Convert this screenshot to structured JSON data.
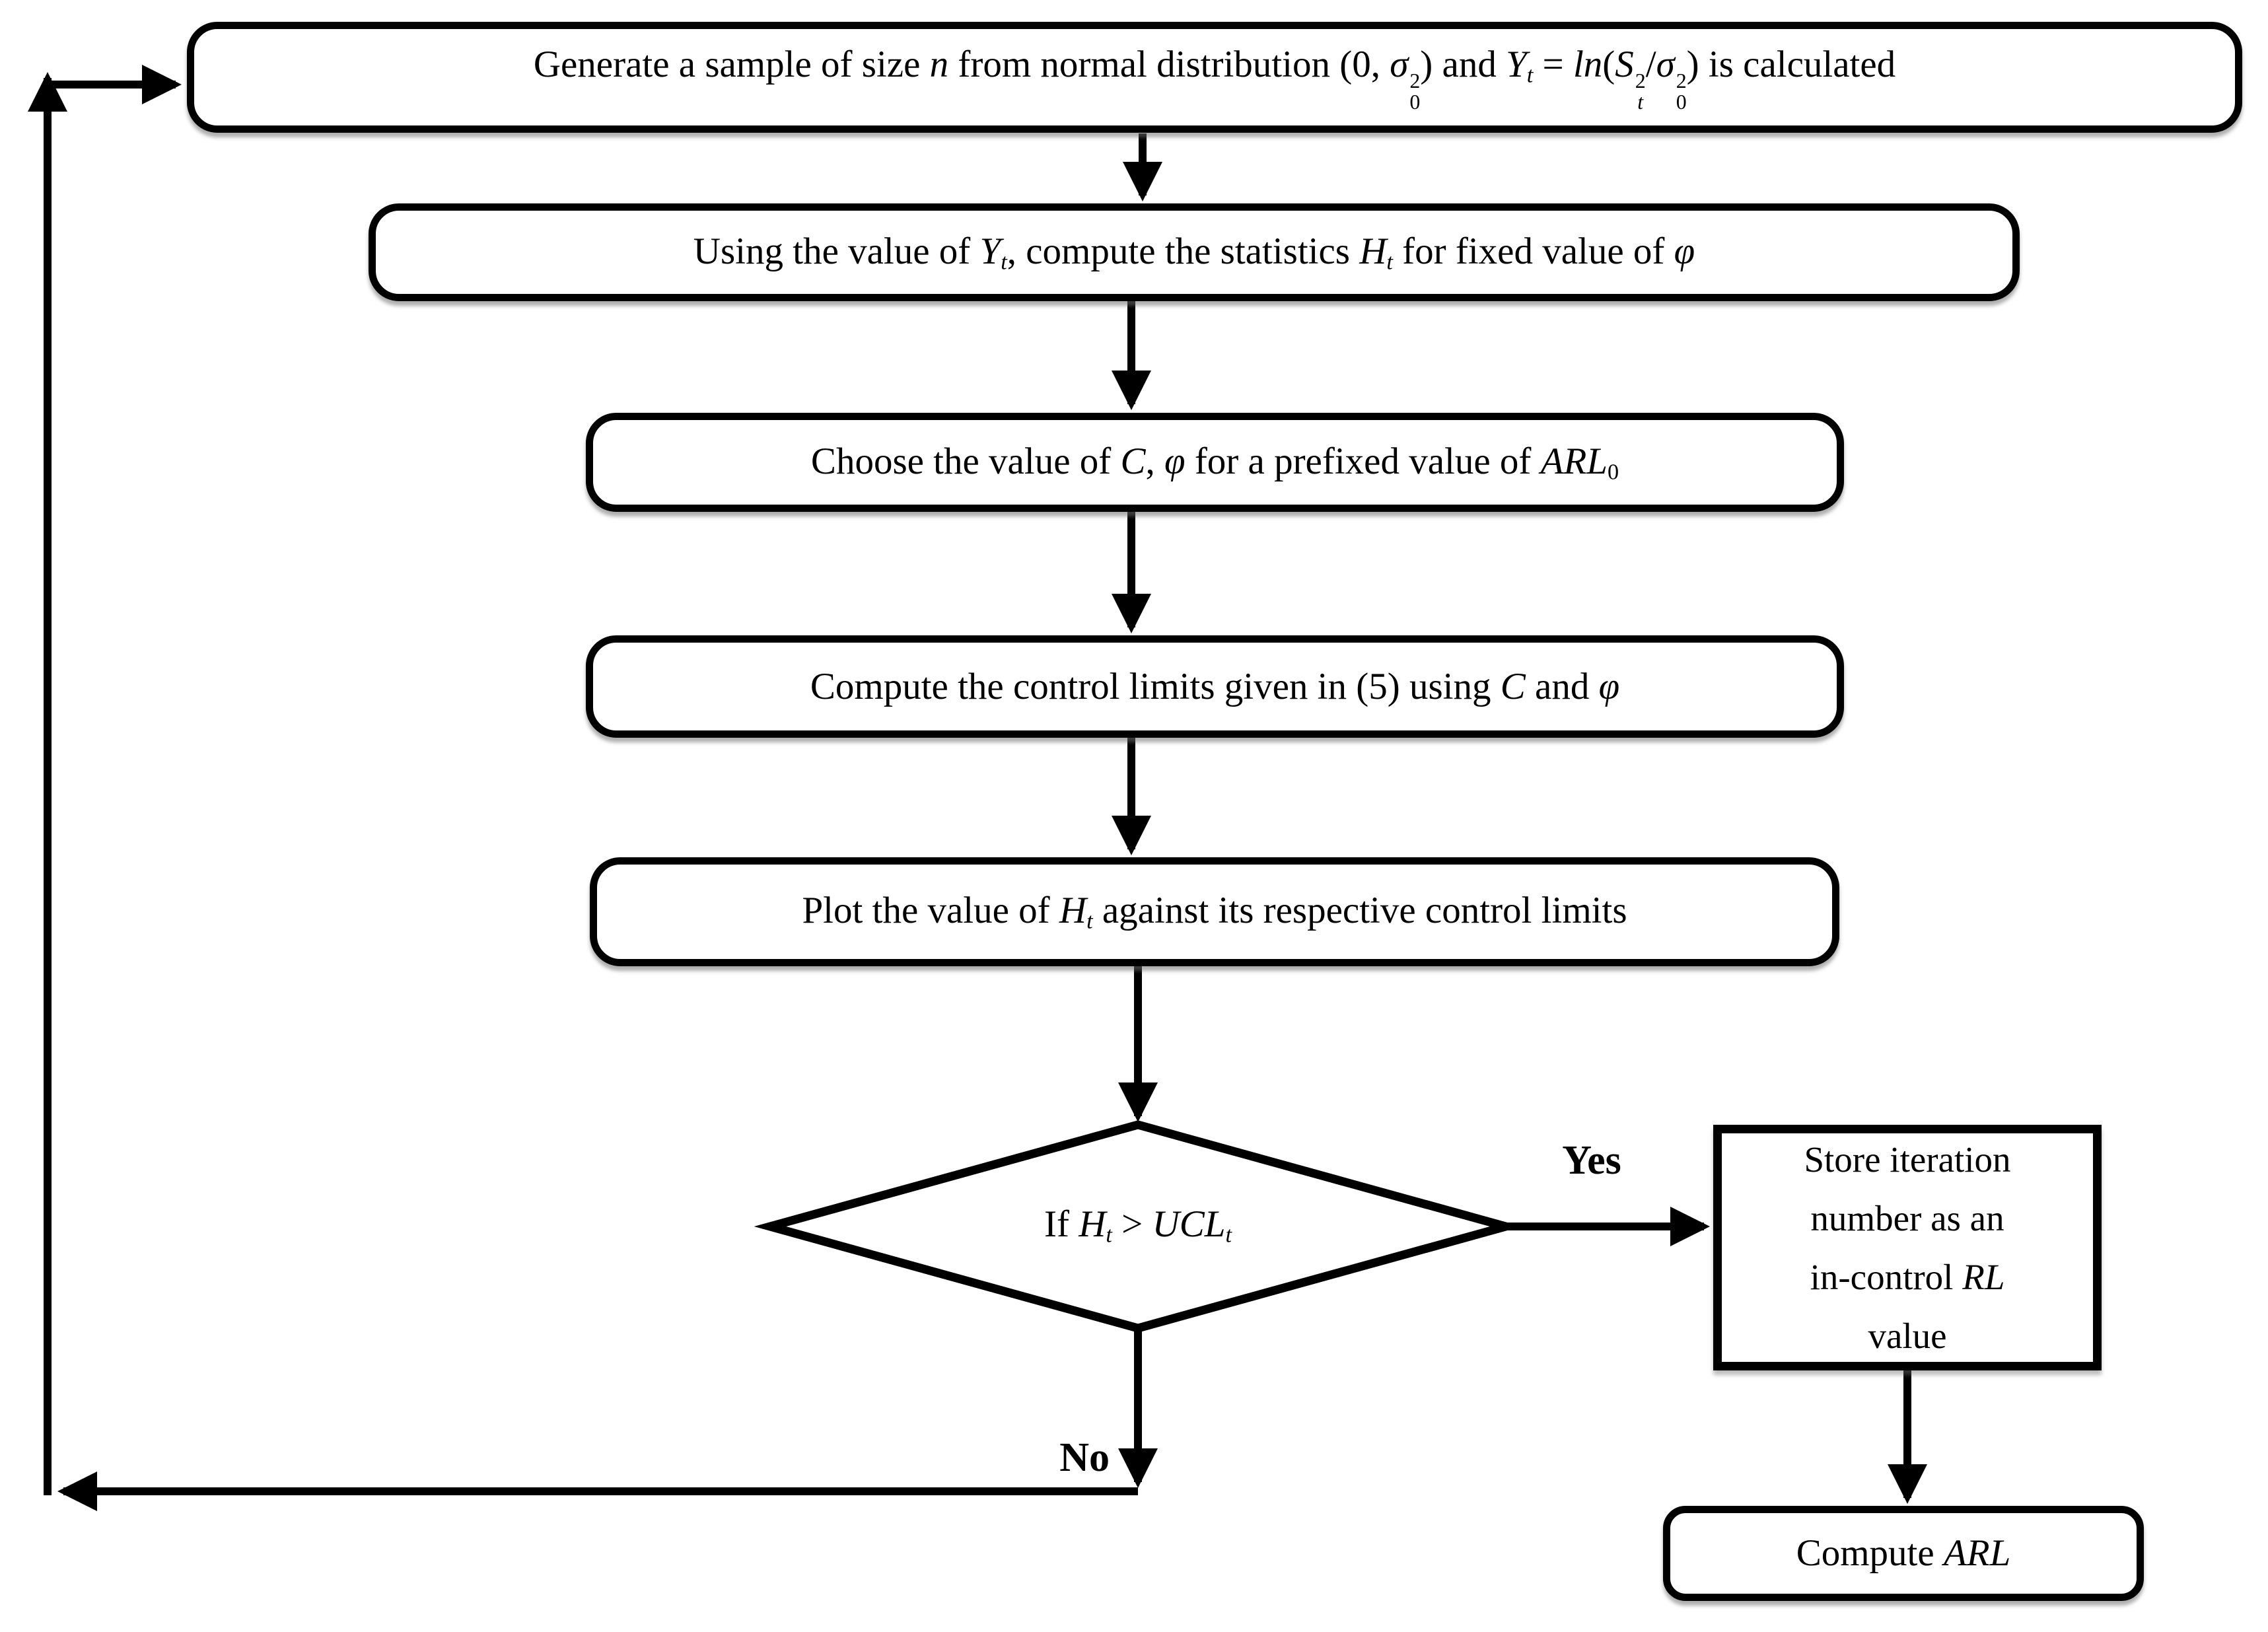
{
  "colors": {
    "ink": "#000000",
    "background": "#ffffff"
  },
  "flow": {
    "box1": {
      "f1": "Generate a sample of size ",
      "f2": "n",
      "f3": " from normal distribution (0, ",
      "f4": "σ",
      "f4sup": "2",
      "f4sub": "0",
      "f5": ") and ",
      "f6": "Y",
      "f6sub": "t",
      "f7": " = ",
      "f8": "ln",
      "f9": "(",
      "f10": "S",
      "f10sup": "2",
      "f10sub": "t",
      "f11": "/",
      "f12": "σ",
      "f12sup": "2",
      "f12sub": "0",
      "f13": ") is calculated"
    },
    "box2": {
      "f1": "Using the value of ",
      "f2": "Y",
      "f2sub": "t",
      "f3": ", compute the statistics ",
      "f4": "H",
      "f4sub": "t",
      "f5": " for fixed value of ",
      "f6": "φ"
    },
    "box3": {
      "f1": "Choose the value of ",
      "f2": "C",
      "f3": ", ",
      "f4": "φ",
      "f5": " for a prefixed value of ",
      "f6": "ARL",
      "f6sub": "0"
    },
    "box4": {
      "f1": "Compute the control limits given in (5) using ",
      "f2": "C",
      "f3": " and ",
      "f4": "φ"
    },
    "box5": {
      "f1": "Plot the value of ",
      "f2": "H",
      "f2sub": "t",
      "f3": " against its respective control limits"
    },
    "decision": {
      "f1": "If ",
      "f2": "H",
      "f2sub": "t",
      "f3": " > ",
      "f4": "UCL",
      "f4sub": "t"
    },
    "store": {
      "l1": "Store iteration",
      "l2": "number as an",
      "l3": "in-control ",
      "l3i": "RL",
      "l4": "value"
    },
    "compute": {
      "f1": "Compute ",
      "f2": "ARL"
    },
    "labels": {
      "yes": "Yes",
      "no": "No"
    }
  }
}
